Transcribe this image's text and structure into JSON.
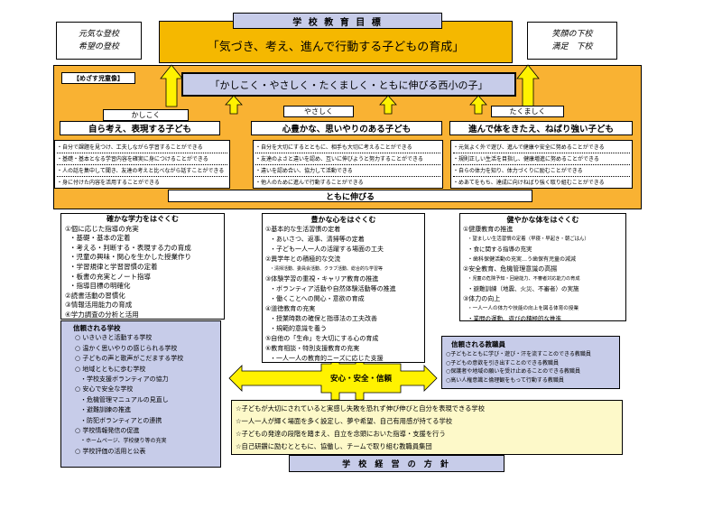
{
  "top": {
    "title": "学 校 教 育 目 標",
    "goal": "「気づき、考え、進んで行動する子どもの育成」",
    "left_note": [
      "元気な登校",
      "希望の登校"
    ],
    "right_note": [
      "笑顔の下校",
      "満足　下校"
    ]
  },
  "ideal": {
    "label": "【めざす児童像】",
    "banner": "「かしこく・やさしく・たくましく・ともに伸びる西小の子」",
    "bottom": "ともに伸びる"
  },
  "columns": [
    {
      "tag": "かしこく",
      "heading": "自ら考え、表現する子ども",
      "items": [
        "・自分で課題を見つけ、工夫しながら学習することができる",
        "・基礎・基本となる学習内容を確実に身につけることができる",
        "・人の話を集中して聞き、友達の考えと比べながら話すことができる",
        "・身に付けた内容を活用することができる"
      ]
    },
    {
      "tag": "やさしく",
      "heading": "心豊かな、思いやりのある子ども",
      "items": [
        "・自分を大切にするとともに、相手も大切に考えることができる",
        "・友達のよさと違いを認め、互いに伸びようと努力することができる",
        "・違いを認め合い、協力して活動できる",
        "・他人のために進んで行動することができる"
      ]
    },
    {
      "tag": "たくましく",
      "heading": "進んで体をきたえ、ねばり強い子ども",
      "items": [
        "・元気よく外で遊び、進んで健康や安全に努めることができる",
        "・規則正しい生活を目指し、健康増進に努めることができる",
        "・自らの体力を知り、体力づくりに励むことができる",
        "・めあてをもち、達成に向けねばり強く取り組むことができる"
      ]
    }
  ],
  "academic": {
    "title": "確かな学力をはぐくむ",
    "items": [
      "①個に応じた指導の充実",
      "・基礎・基本の定着",
      "・考える・判断する・表現する力の育成",
      "・児童の興味・関心を生かした授業作り",
      "・学習規律と学習習慣の定着",
      "・板書の充実とノート指導",
      "・指導目標の明確化",
      "②読書活動の習慣化",
      "③情報活用能力の育成",
      "④学力調査の分析と活用"
    ]
  },
  "heart": {
    "title": "豊かな心をはぐくむ",
    "items": [
      "①基本的な生活習慣の定着",
      "・あいさつ、返事、清掃等の定着",
      "・子ども一人一人の活躍する場面の工夫",
      "②異学年との積極的な交流",
      "・清掃活動、委員会活動、クラブ活動、総合的な学習等",
      "③体験学習の重視・キャリア教育の推進",
      "・ボランティア活動や自然体験活動等の推進",
      "・働くことへの関心・意欲の育成",
      "④道徳教育の充実",
      "・授業時数の確保と指導法の工夫改善",
      "・規範的意識を養う",
      "⑤自他の「生命」を大切にする心の育成",
      "⑥教育相談・特別支援教育の充実",
      "・一人一人の教育的ニーズに応じた支援"
    ]
  },
  "body_health": {
    "title": "健やかな体をはぐくむ",
    "items": [
      "①健康教育の推進",
      "・望ましい生活習慣の定着（早寝・早起き・朝ごはん）",
      "・食に関する指導の充実",
      "・歯科保健活動の充実…う歯保有児童の減減",
      "②安全教育、危機管理意識の高揚",
      "・児童の危険予知・回避能力、不審者対応能力の育成",
      "・避難訓練（地震、火災、不審者）の実施",
      "③体力の向上",
      "・一人一人の体力や技能の向上を図る体育の授業",
      "・業間の運動、遊びの積極的な推進"
    ]
  },
  "trusted_school": {
    "title": "信頼される学校",
    "items": [
      "○ いきいきと活動する学校",
      "○ 温かく思いやりの感じられる学校",
      "○ 子どもの声と歌声がこだまする学校",
      "○ 地域とともに歩む学校",
      "・学校支援ボランティアの協力",
      "○ 安心で安全な学校",
      "・危機管理マニュアルの見直し",
      "・避難訓練の推進",
      "・防犯ボランティアとの連携",
      "○ 学校情報発信の促進",
      "・ホームページ、学校便り等の充実",
      "○ 学校評価の活用と公表"
    ]
  },
  "trusted_staff": {
    "title": "信頼される教職員",
    "items": [
      "○子どもとともに学び・遊び・汗を流すことのできる教職員",
      "○子どもの意欲を引き出すことのできる教職員",
      "○保護者や地域の願いを受け止めることのできる教職員",
      "○高い人権意識と倫理観をもって行動する教職員"
    ]
  },
  "center_label": "安心・安全・信頼",
  "policy": {
    "items": [
      "☆子どもが大切にされていると実感し失敗を恐れず伸び伸びと自分を表現できる学校",
      "☆一人一人が輝く場面を多く設定し、夢や希望、自己有用感が持てる学校",
      "☆子どもの発達の段階を踏まえ、自立を念頭においた指導・支援を行う",
      "☆自己研鑽に励むとともに、協働し、チームで取り組む教職員集団"
    ],
    "title": "学 校 経 営 の 方 針"
  },
  "colors": {
    "orange": "#f9b233",
    "gold": "#f5b800",
    "lavender": "#c7cce9",
    "cream": "#fdf9c9",
    "arrow": "#fff200"
  }
}
